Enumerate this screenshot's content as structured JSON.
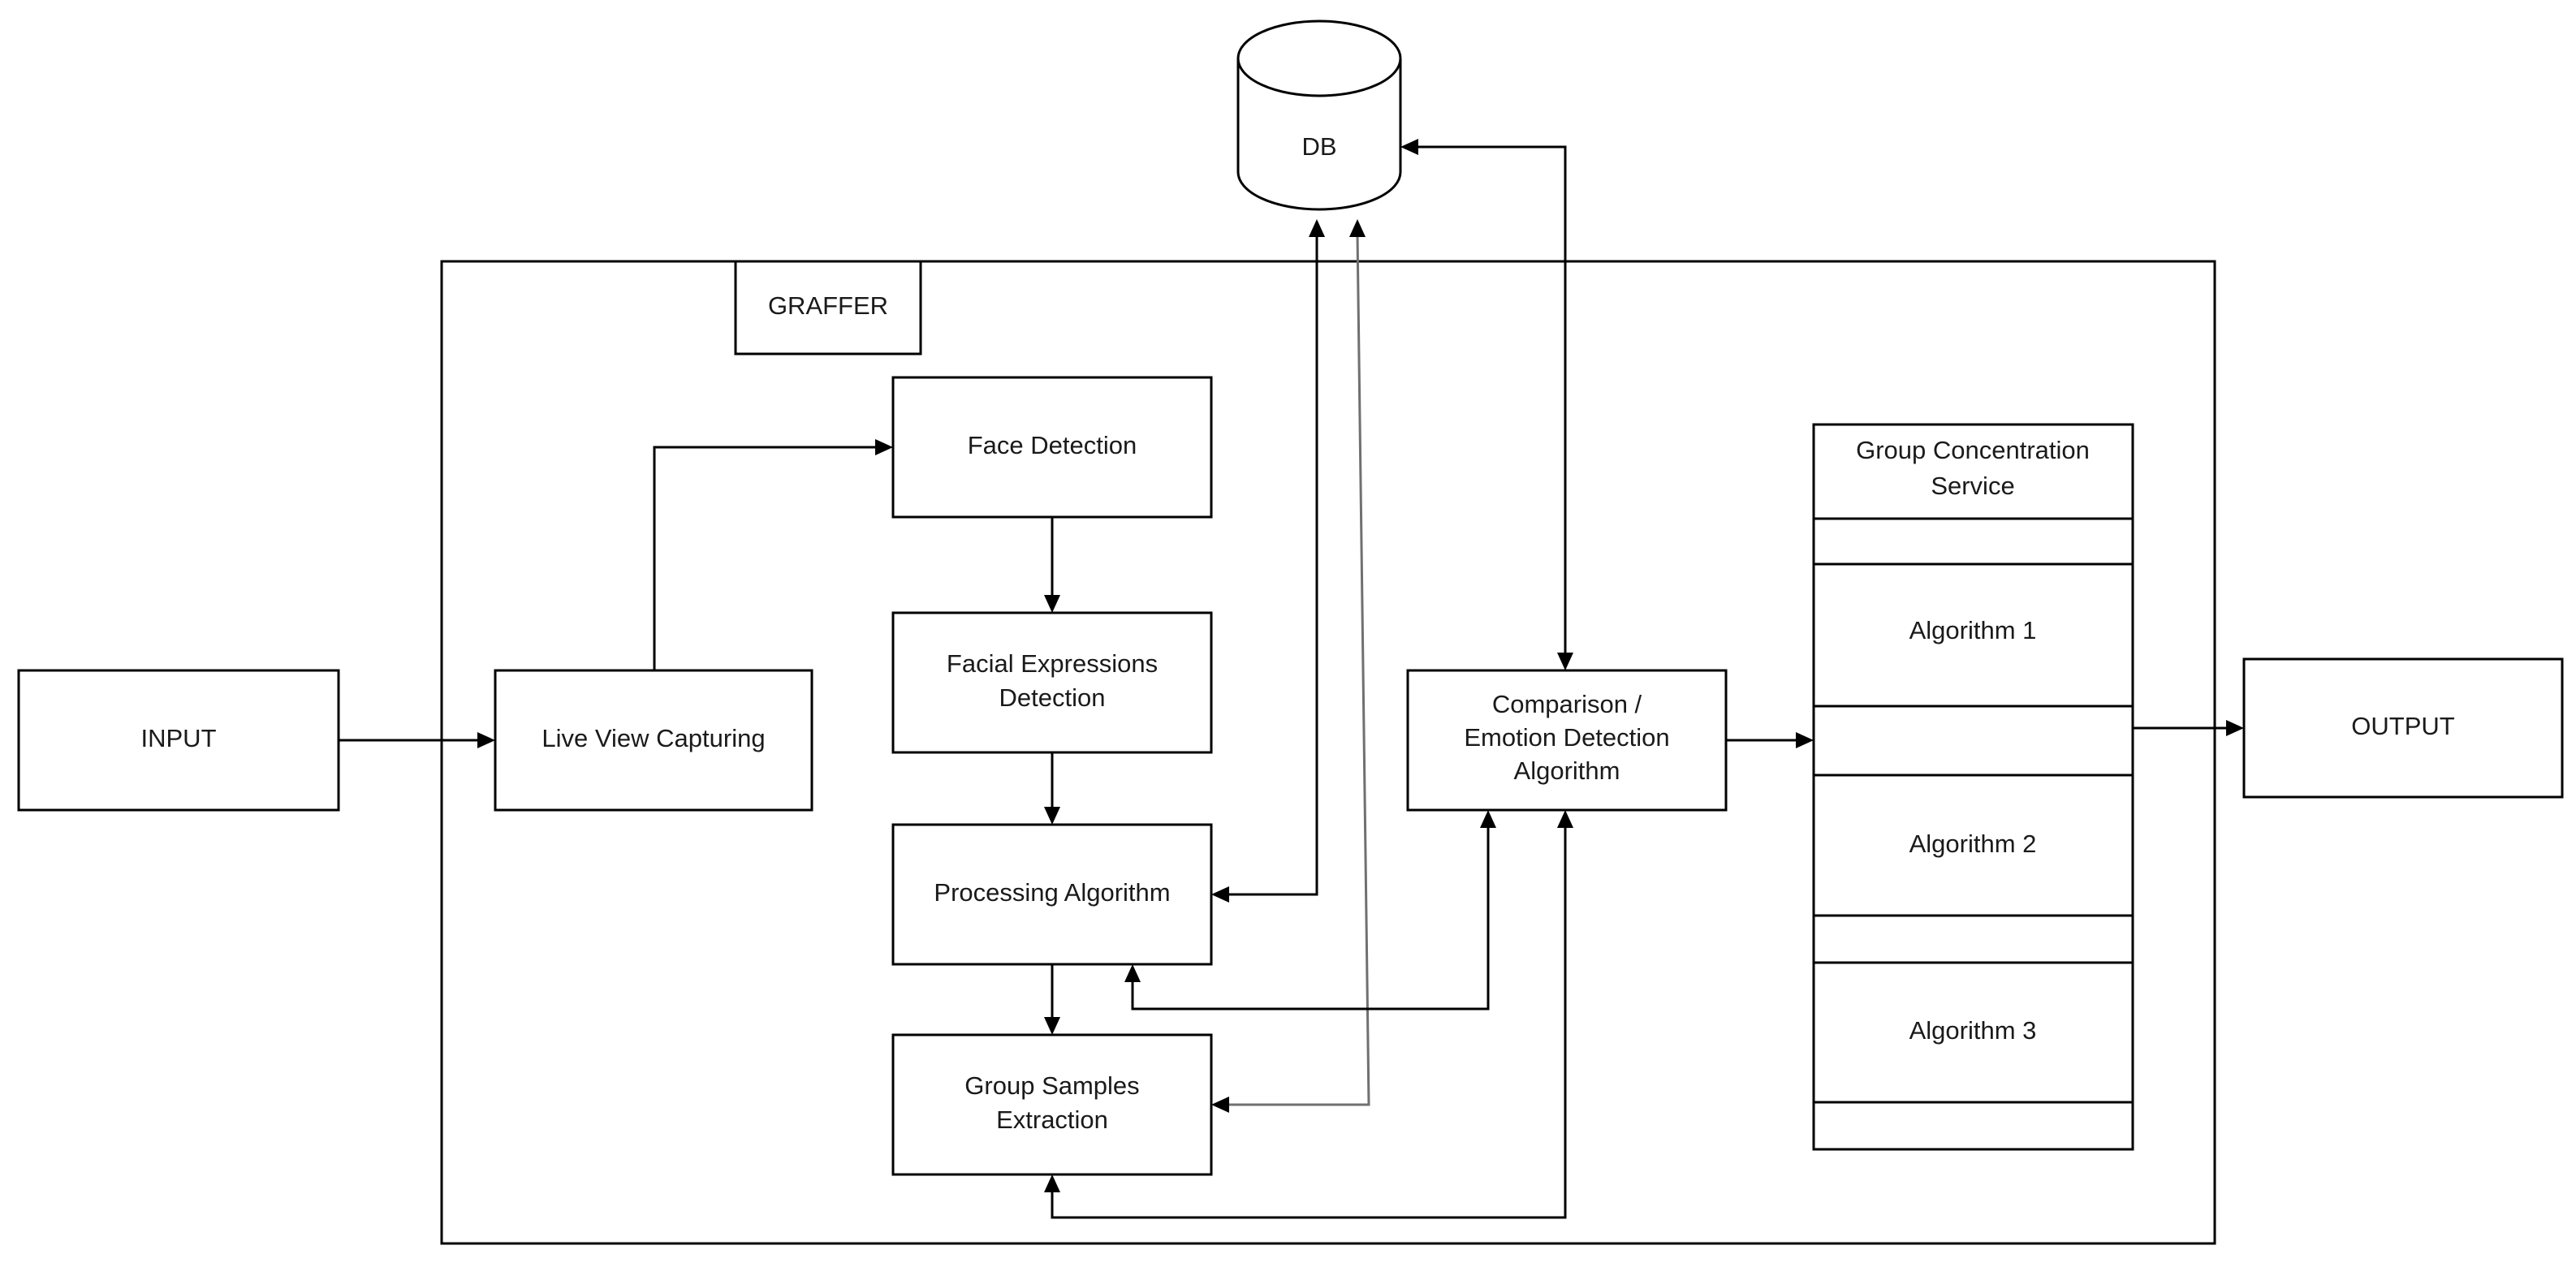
{
  "diagram": {
    "container_label": "GRAFFER",
    "database": "DB",
    "input": "INPUT",
    "output": "OUTPUT",
    "live_view": "Live View Capturing",
    "face_detection": "Face Detection",
    "facial_expressions": [
      "Facial Expressions",
      "Detection"
    ],
    "processing": "Processing Algorithm",
    "group_samples": [
      "Group Samples",
      "Extraction"
    ],
    "comparison": [
      "Comparison /",
      "Emotion Detection",
      "Algorithm"
    ],
    "service": {
      "title": [
        "Group Concentration",
        "Service"
      ],
      "algorithms": [
        "Algorithm 1",
        "Algorithm 2",
        "Algorithm 3"
      ]
    }
  },
  "style": {
    "stroke_color": "#000000",
    "secondary_line_color": "#707070",
    "text_color": "#1a1a1a",
    "background": "#ffffff"
  }
}
